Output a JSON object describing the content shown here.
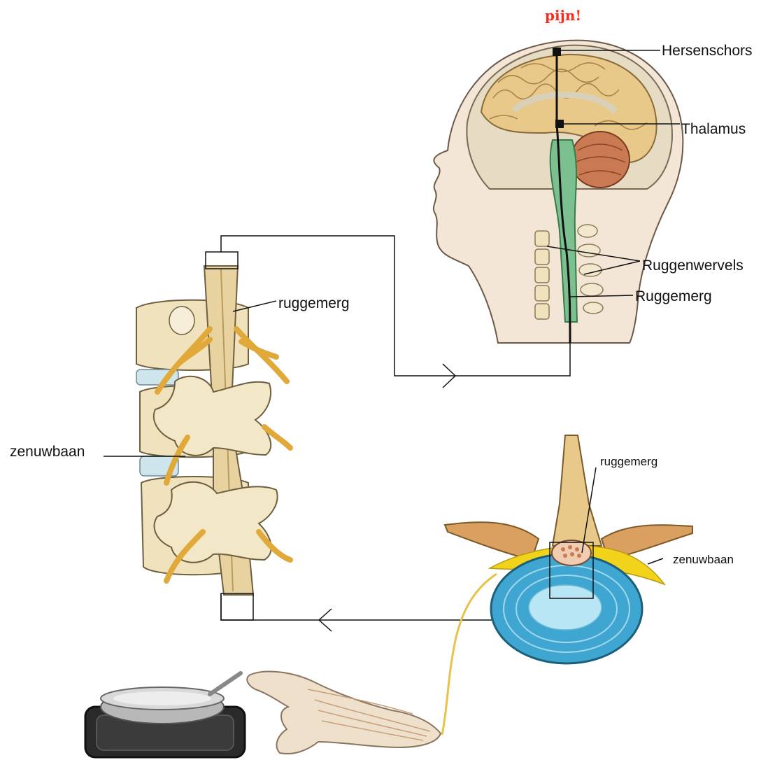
{
  "pain_label": "pijn!",
  "colors": {
    "pain": "#ff2a1a",
    "bone": "#efe2bd",
    "bone_shade": "#d9c79a",
    "nerve": "#e8b84a",
    "brain": "#e9c98a",
    "cerebellum": "#c97a52",
    "cord": "#7cc08f",
    "disc": "#3fa6d1",
    "skin": "#f3e6d6",
    "line": "#111111"
  },
  "head": {
    "labels": {
      "cortex": "Hersenschors",
      "thalamus": "Thalamus",
      "vertebrae": "Ruggenwervels",
      "spinal_cord": "Ruggemerg"
    }
  },
  "spine": {
    "labels": {
      "spinal_cord": "ruggemerg",
      "nerve_path": "zenuwbaan"
    }
  },
  "cross_section": {
    "labels": {
      "spinal_cord": "ruggemerg",
      "nerve_path": "zenuwbaan"
    }
  }
}
